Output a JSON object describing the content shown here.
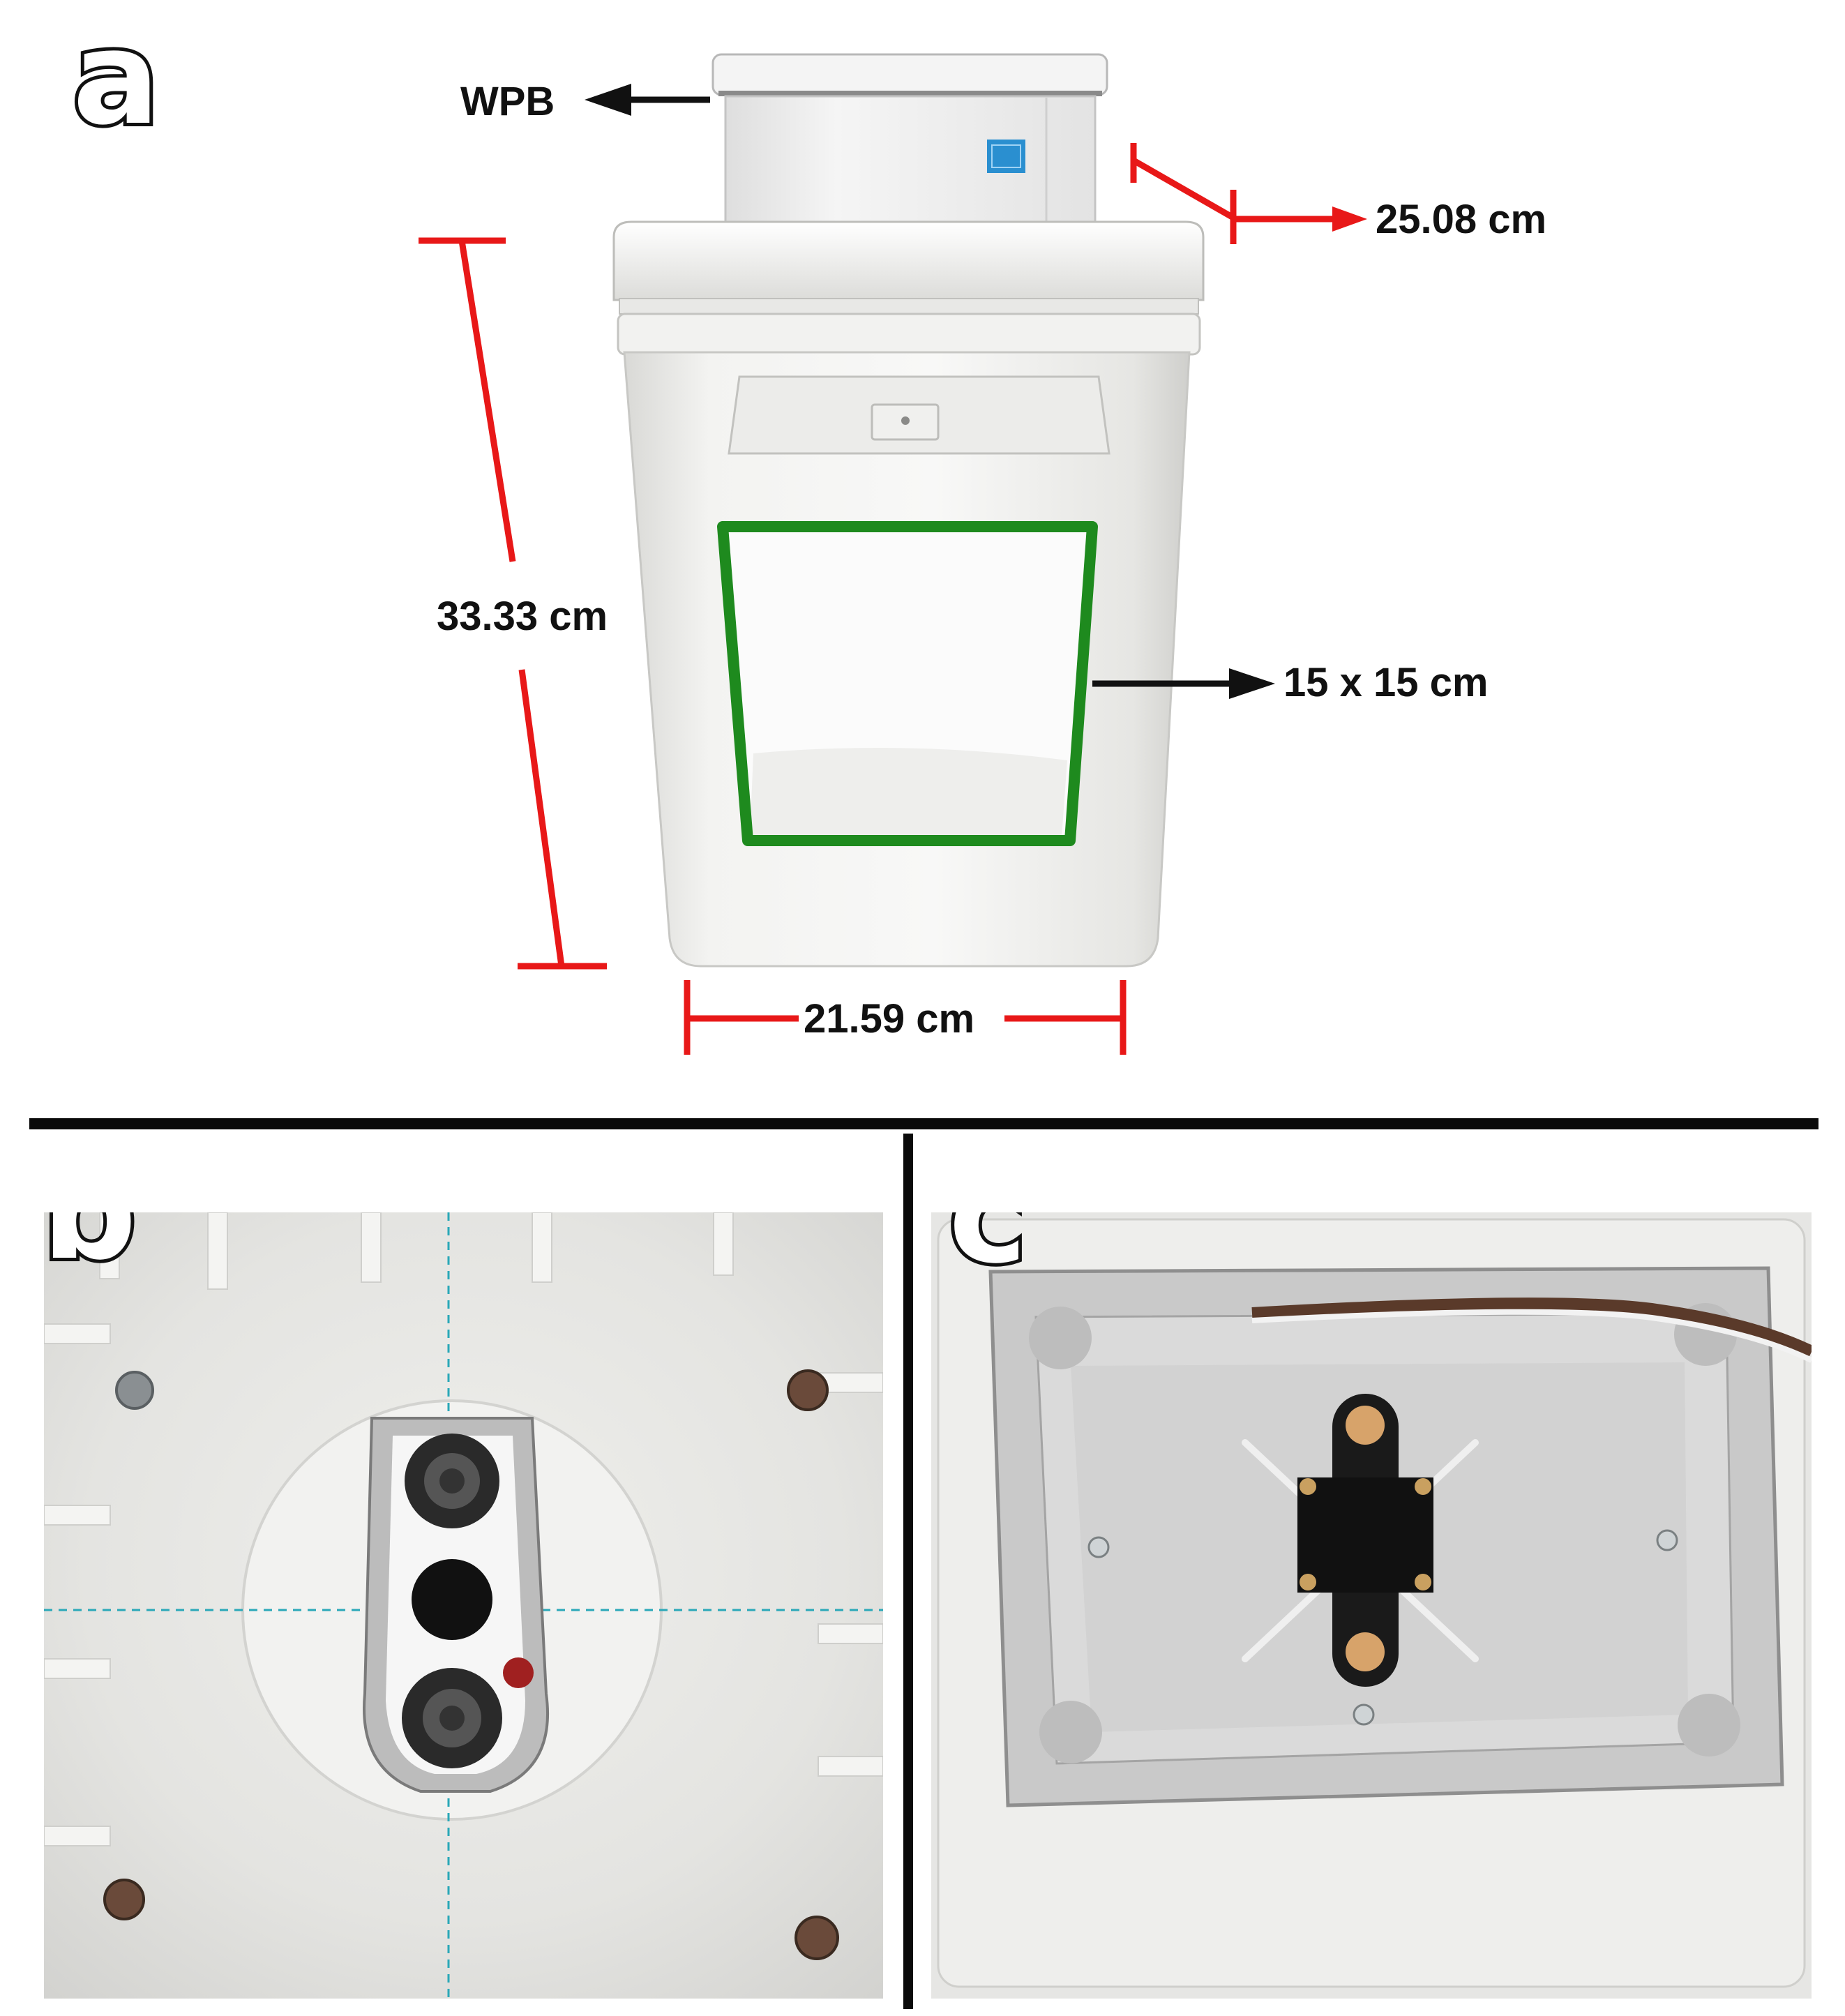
{
  "panels": {
    "a": {
      "letter": "a",
      "labels": {
        "wpb": "WPB",
        "depth": "25.08 cm",
        "height": "33.33 cm",
        "window": "15 x 15 cm",
        "width": "21.59 cm"
      }
    },
    "b": {
      "letter": "b"
    },
    "c": {
      "letter": "c"
    }
  },
  "colors": {
    "measure_red": "#e81818",
    "window_green": "#1e8a1e",
    "divider": "#0a0a0a",
    "bucket_white": "#f1f1ef"
  }
}
